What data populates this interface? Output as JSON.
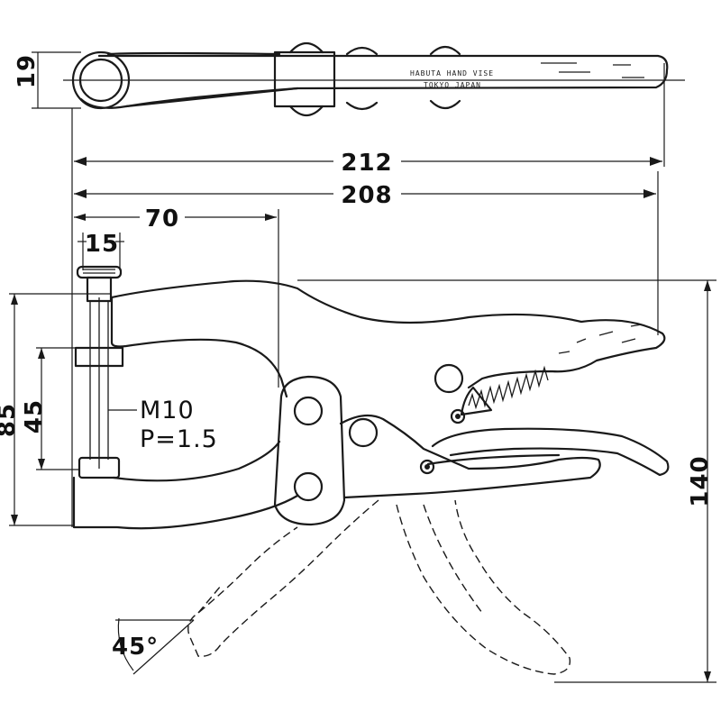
{
  "dimensions": {
    "d19": "19",
    "d212": "212",
    "d208": "208",
    "d70": "70",
    "d15": "15",
    "d85": "85",
    "d45": "45",
    "d140": "140",
    "angle": "45°"
  },
  "thread_note": {
    "line1": "M10",
    "line2": "P=1.5"
  },
  "brand_marking": {
    "line1": "HABUTA HAND VISE",
    "line2": "TOKYO JAPAN"
  }
}
